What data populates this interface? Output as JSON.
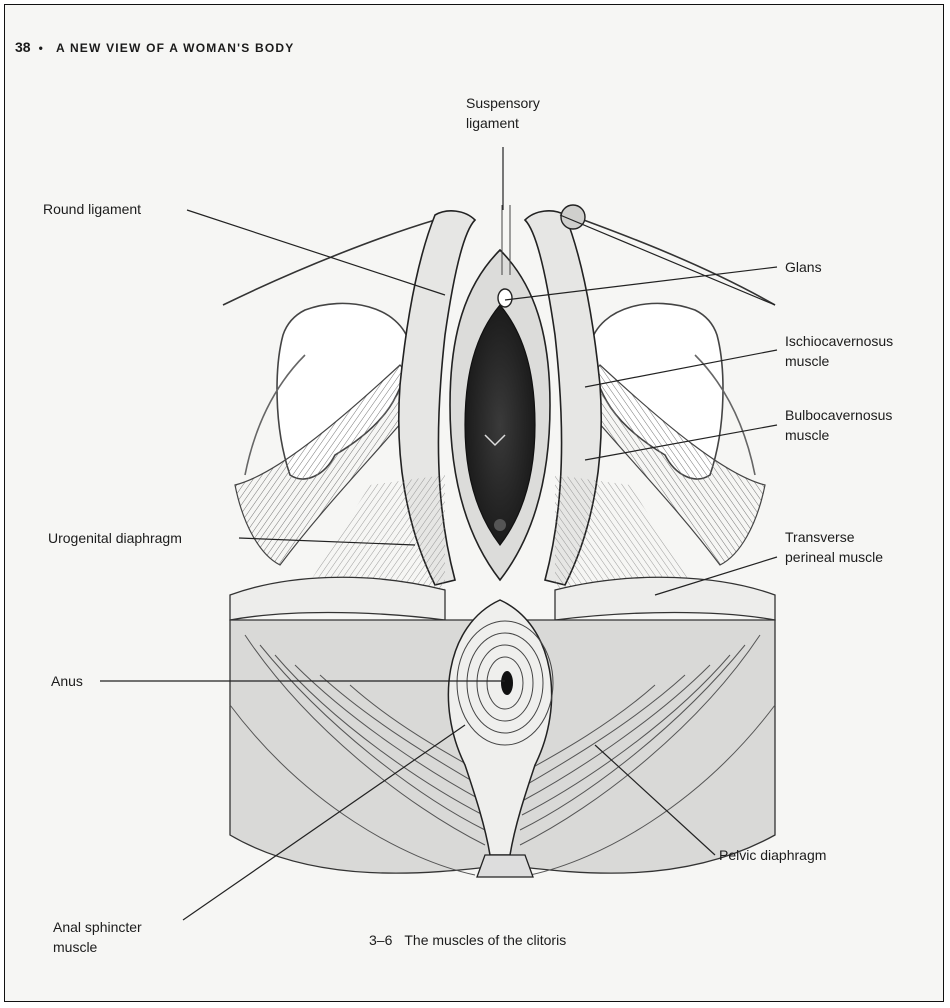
{
  "header": {
    "page_number": "38",
    "separator": "•",
    "title": "A NEW VIEW OF A WOMAN'S BODY"
  },
  "labels": {
    "suspensory_ligament": [
      "Suspensory",
      "ligament"
    ],
    "round_ligament": "Round ligament",
    "glans": "Glans",
    "ischiocavernosus": [
      "Ischiocavernosus",
      "muscle"
    ],
    "bulbocavernosus": [
      "Bulbocavernosus",
      "muscle"
    ],
    "urogenital_diaphragm": "Urogenital diaphragm",
    "transverse_perineal": [
      "Transverse",
      "perineal muscle"
    ],
    "anus": "Anus",
    "pelvic_diaphragm": "Pelvic diaphragm",
    "anal_sphincter": [
      "Anal sphincter",
      "muscle"
    ]
  },
  "caption": {
    "figure_number": "3–6",
    "text": "The muscles of the clitoris"
  },
  "colors": {
    "ink": "#1c1c1c",
    "paper": "#f6f6f4",
    "shade_dark": "#2a2a2a",
    "shade_mid": "#8a8a8a",
    "shade_light": "#cfcfcd"
  }
}
